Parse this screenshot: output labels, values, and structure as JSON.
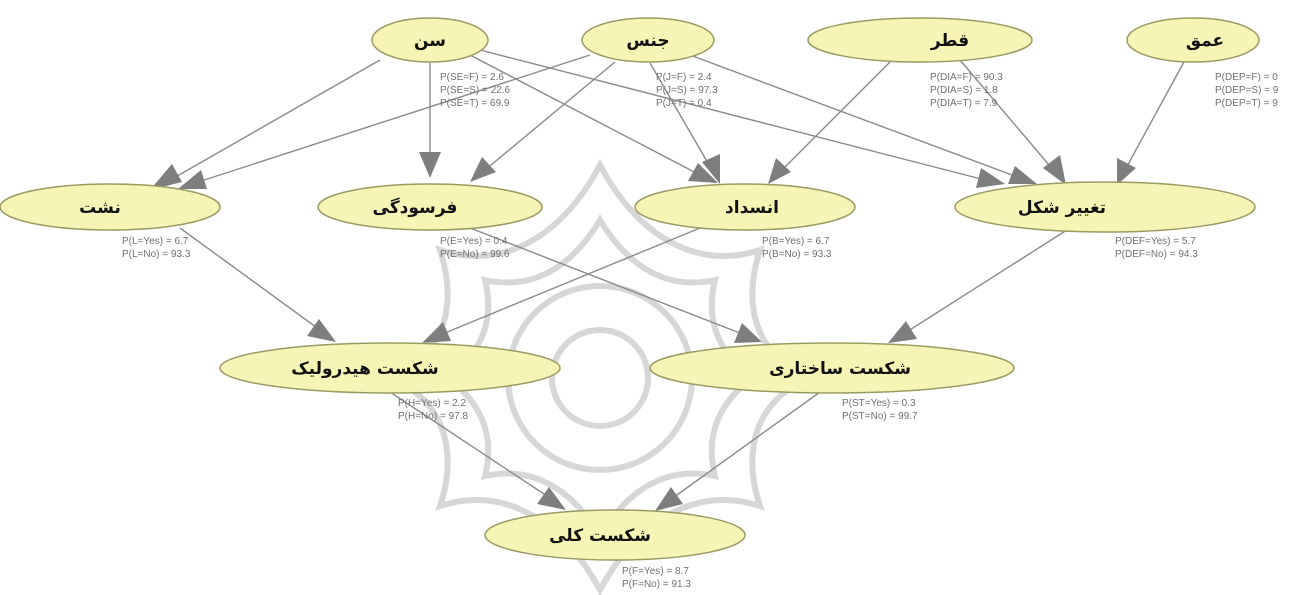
{
  "nodes": {
    "sen": {
      "label": "سن",
      "probs": []
    },
    "jens": {
      "label": "جنس",
      "probs": [
        "P(SE=F) = 2.6",
        "P(SE=S) = 22.6",
        "P(SE=T) = 69.9"
      ]
    },
    "ghotr": {
      "label": "قطر",
      "probs": [
        "P(J=F) = 2.4",
        "P(J=S) = 97.3",
        "P(J=T) = 0.4"
      ]
    },
    "omgh": {
      "label": "عمق",
      "probs": [
        "P(DIA=F) = 90.3",
        "P(DIA=S) = 1.8",
        "P(DIA=T) = 7.9"
      ]
    },
    "nasht": {
      "label": "نشت",
      "probs": [
        "P(L=Yes) = 6.7",
        "P(L=No) = 93.3"
      ]
    },
    "farsoodegi": {
      "label": "فرسودگی",
      "probs": [
        "P(E=Yes) = 0.4",
        "P(E=No) = 99.6"
      ]
    },
    "ensedad": {
      "label": "انسداد",
      "probs": [
        "P(B=Yes) = 6.7",
        "P(B=No) = 93.3"
      ]
    },
    "taghir": {
      "label": "تغییر شکل",
      "probs": [
        "P(DEF=Yes) = 5.7",
        "P(DEF=No) = 94.3"
      ]
    },
    "hydraulic": {
      "label": "شکست هیدرولیک",
      "probs": [
        "P(H=Yes) = 2.2",
        "P(H=No) = 97.8"
      ]
    },
    "sakhtari": {
      "label": "شکست ساختاری",
      "probs": [
        "P(ST=Yes) = 0.3",
        "P(ST=No) = 99.7"
      ]
    },
    "kolli": {
      "label": "شکست کلی",
      "probs": [
        "P(F=Yes) = 8.7",
        "P(F=No) = 91.3"
      ]
    }
  },
  "depth_probs": [
    "P(DEP=F) = 0",
    "P(DEP=S) = 9",
    "P(DEP=T) = 9"
  ],
  "colors": {
    "node_fill": "#f7f5b6",
    "edge": "#8a8a8a",
    "watermark": "#d7d7d7"
  }
}
